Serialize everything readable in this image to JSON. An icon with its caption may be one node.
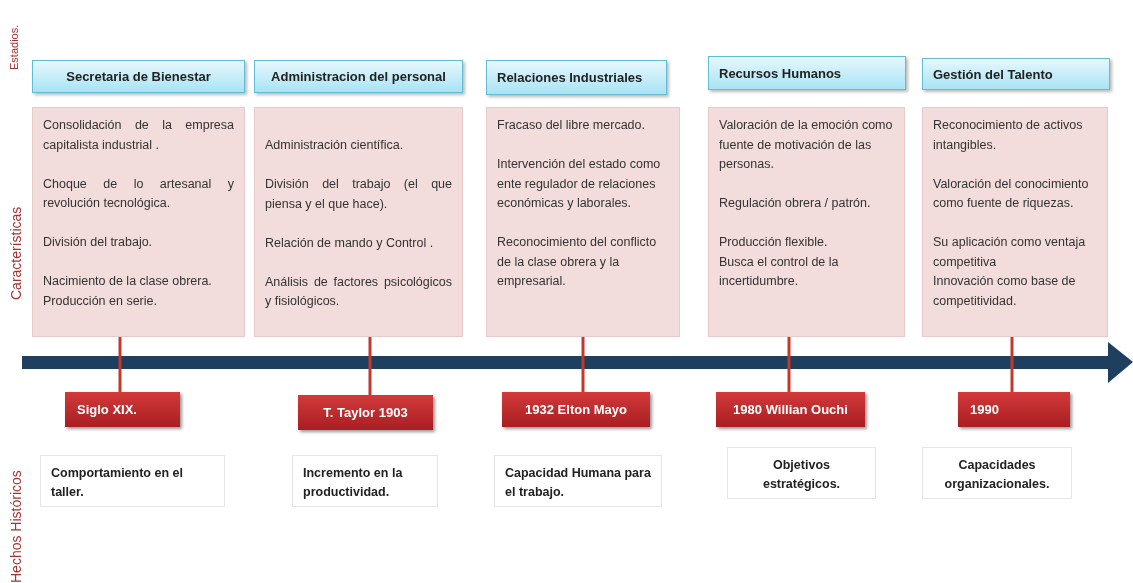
{
  "diagram": {
    "nodes": [
      {
        "text": [
          "Secretaria de Bienestar"
        ]
      },
      {
        "text": [
          "Administracion del personal"
        ]
      },
      {
        "text": [
          "Relaciones Industriales"
        ]
      },
      {
        "text": [
          "Recursos Humanos"
        ]
      },
      {
        "text": [
          "Gestión del Talento"
        ]
      },
      {
        "text": [
          "Consolidación de la empresa capitalista industrial .",
          "Choque de lo artesanal y revolución tecnológica.",
          "División del trabajo.",
          "Nacimiento de la clase obrera.",
          "Producción en serie."
        ]
      },
      {
        "text": [
          "Administración científica.",
          "División del trabajo (el que piensa y el que hace).",
          "Relación de mando y Control .",
          "Análisis de factores psicológicos y fisiológicos."
        ]
      },
      {
        "text": [
          "Fracaso del libre mercado.",
          "Intervención del estado como ente regulador de relaciones económicas y laborales.",
          "Reconocimiento del conflicto de la clase obrera y la empresarial."
        ]
      },
      {
        "text": [
          "Valoración de la emoción como fuente de motivación de las personas.",
          "Regulación obrera / patrón.",
          "Producción flexible.",
          "Busca el control de la incertidumbre."
        ]
      },
      {
        "text": [
          "Reconocimiento de activos intangibles.",
          "Valoración del conocimiento como fuente de riquezas.",
          "Su aplicación como ventaja competitiva",
          "Innovación como base de competitividad."
        ]
      },
      {
        "text": [
          "Siglo XIX."
        ]
      },
      {
        "text": [
          "T. Taylor 1903"
        ]
      },
      {
        "text": [
          "1932 Elton Mayo"
        ]
      },
      {
        "text": [
          "1980 Willian Ouchi"
        ]
      },
      {
        "text": [
          "1990"
        ]
      },
      {
        "text": [
          "Comportamiento en el taller."
        ]
      },
      {
        "text": [
          "Incremento en la productividad."
        ]
      },
      {
        "text": [
          "Capacidad Humana para el trabajo."
        ]
      },
      {
        "text": [
          "Objetivos estratégicos."
        ]
      },
      {
        "text": [
          "Capacidades organizacionales."
        ]
      }
    ],
    "edges": [
      {
        "from": 5,
        "to": 10,
        "arrow": "none"
      },
      {
        "from": 6,
        "to": 11,
        "arrow": "none"
      },
      {
        "from": 7,
        "to": 12,
        "arrow": "none"
      },
      {
        "from": 8,
        "to": 13,
        "arrow": "none"
      },
      {
        "from": 9,
        "to": 14,
        "arrow": "none"
      }
    ],
    "labels": [
      "Estadios.",
      "Características",
      "Hechos Históricos"
    ]
  }
}
